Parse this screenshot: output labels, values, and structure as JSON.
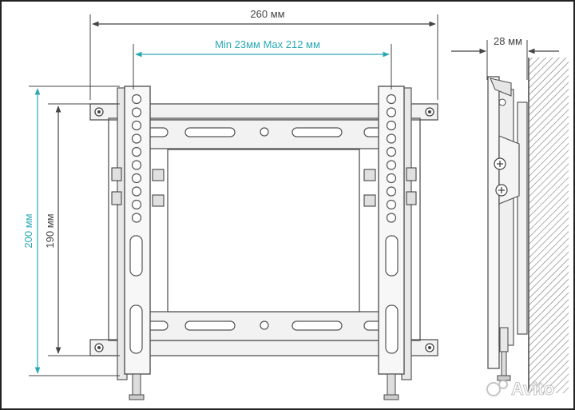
{
  "dimensions": {
    "width_total": "260 мм",
    "width_adjust": "Min 23мм Max 212 мм",
    "height_total": "200 мм",
    "height_holes": "190 мм",
    "depth": "28 мм"
  },
  "watermark": {
    "text": "Avito"
  },
  "colors": {
    "dim_gray": "#444444",
    "dim_teal": "#2aa9b4",
    "metal_fill": "#f2f2f2",
    "metal_stroke": "#555555",
    "wall_hatch": "#777777"
  }
}
